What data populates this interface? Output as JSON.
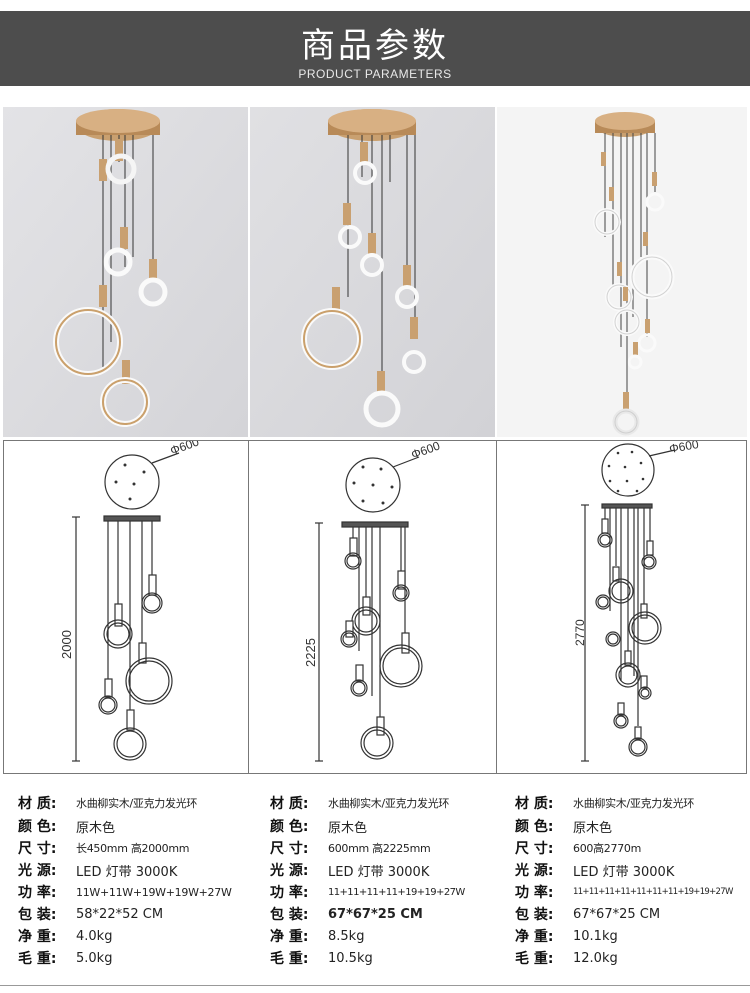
{
  "header": {
    "title": "商品参数",
    "subtitle": "PRODUCT PARAMETERS",
    "background": "#4d4d4d"
  },
  "drawings": [
    {
      "diameter_label": "Φ600",
      "height_label": "2000"
    },
    {
      "diameter_label": "Φ600",
      "height_label": "2225"
    },
    {
      "diameter_label": "Φ600",
      "height_label": "2770"
    }
  ],
  "specs": [
    {
      "material_label": "材 质:",
      "material": "水曲柳实木/亚克力发光环",
      "color_label": "颜 色:",
      "color": "原木色",
      "size_label": "尺 寸:",
      "size": "长450mm 高2000mm",
      "light_label": "光 源:",
      "light": "LED 灯带 3000K",
      "power_label": "功 率:",
      "power": "11W+11W+19W+19W+27W",
      "package_label": "包 装:",
      "package": "58*22*52 CM",
      "net_label": "净 重:",
      "net": "4.0kg",
      "gross_label": "毛 重:",
      "gross": "5.0kg"
    },
    {
      "material_label": "材 质:",
      "material": "水曲柳实木/亚克力发光环",
      "color_label": "颜 色:",
      "color": "原木色",
      "size_label": "尺 寸:",
      "size": "600mm 高2225mm",
      "light_label": "光 源:",
      "light": "LED 灯带 3000K",
      "power_label": "功 率:",
      "power": "11+11+11+11+19+19+27W",
      "package_label": "包 装:",
      "package": "67*67*25 CM",
      "net_label": "净 重:",
      "net": "8.5kg",
      "gross_label": "毛 重:",
      "gross": "10.5kg"
    },
    {
      "material_label": "材 质:",
      "material": "水曲柳实木/亚克力发光环",
      "color_label": "颜 色:",
      "color": "原木色",
      "size_label": "尺 寸:",
      "size": "600高2770m",
      "light_label": "光 源:",
      "light": "LED 灯带 3000K",
      "power_label": "功 率:",
      "power": "11+11+11+11+11+11+11+19+19+27W",
      "package_label": "包 装:",
      "package": "67*67*25 CM",
      "net_label": "净 重:",
      "net": "10.1kg",
      "gross_label": "毛 重:",
      "gross": "12.0kg"
    }
  ]
}
